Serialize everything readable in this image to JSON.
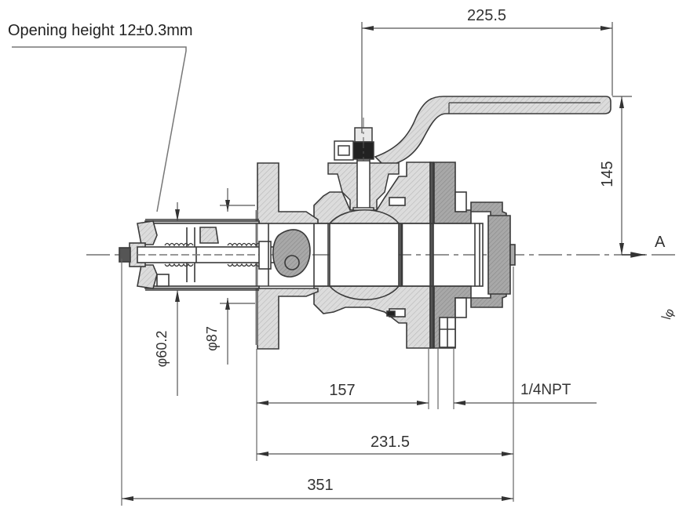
{
  "title": "Ball valve with pressure relief — sectional drawing",
  "annotations": {
    "opening_height": "Opening height 12±0.3mm",
    "section_label": "A",
    "partial_diameter_label": "\\φ"
  },
  "dimensions": {
    "handle_length": "225.5",
    "handle_height": "145",
    "relief_outer_diameter": "φ60.2",
    "relief_flange_diameter": "φ87",
    "body_to_flange": "157",
    "port_thread": "1/4NPT",
    "body_length": "231.5",
    "overall_length": "351"
  },
  "colors": {
    "line": "#3a3a3a",
    "hatch_light": "#d6d6d6",
    "hatch_dark": "#9a9a9a",
    "dim_line": "#555555",
    "text": "#333333"
  }
}
